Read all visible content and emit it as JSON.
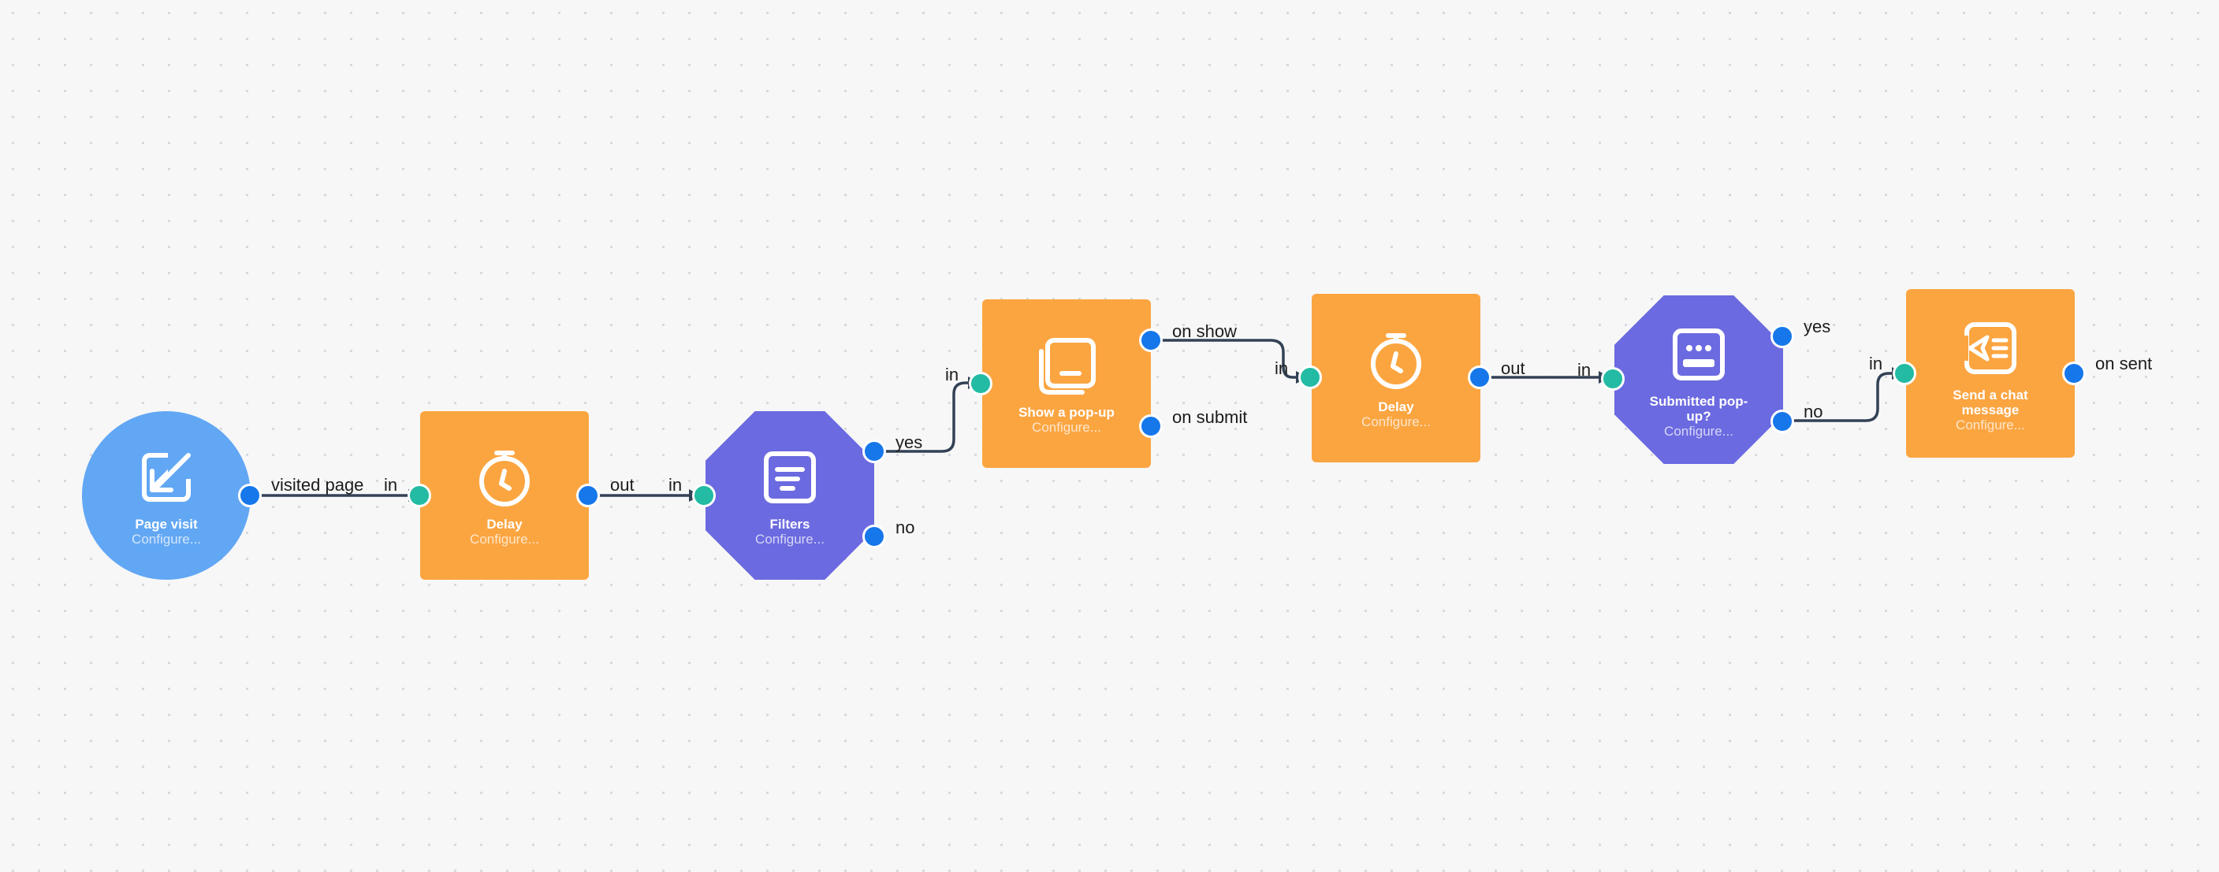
{
  "canvas": {
    "background": "#f7f7f8",
    "dot_color": "#d6d8de"
  },
  "colors": {
    "trigger": "#62a7f4",
    "action": "#fba541",
    "condition": "#6b6ae0",
    "out_port": "#1677ea",
    "in_port": "#23bba3",
    "edge": "#334155"
  },
  "nodes": {
    "page_visit": {
      "title": "Page visit",
      "subtitle": "Configure...",
      "icon": "arrow-down-left-icon",
      "port_visited": "visited page"
    },
    "delay_1": {
      "title": "Delay",
      "subtitle": "Configure...",
      "icon": "stopwatch-icon",
      "port_in": "in",
      "port_out": "out"
    },
    "filters": {
      "title": "Filters",
      "subtitle": "Configure...",
      "icon": "filter-list-icon",
      "port_in": "in",
      "port_yes": "yes",
      "port_no": "no"
    },
    "show_popup": {
      "title": "Show a pop-up",
      "subtitle": "Configure...",
      "icon": "popup-window-icon",
      "port_in": "in",
      "port_on_show": "on show",
      "port_on_submit": "on submit"
    },
    "delay_2": {
      "title": "Delay",
      "subtitle": "Configure...",
      "icon": "stopwatch-icon",
      "port_in": "in",
      "port_out": "out"
    },
    "submitted_popup": {
      "title": "Submitted pop-up?",
      "subtitle": "Configure...",
      "icon": "form-check-icon",
      "port_in": "in",
      "port_yes": "yes",
      "port_no": "no"
    },
    "send_chat": {
      "title": "Send a chat message",
      "subtitle": "Configure...",
      "icon": "send-message-icon",
      "port_in": "in",
      "port_on_sent": "on sent"
    }
  },
  "edges": [
    {
      "from": "page_visit.visited page",
      "to": "delay_1.in"
    },
    {
      "from": "delay_1.out",
      "to": "filters.in"
    },
    {
      "from": "filters.yes",
      "to": "show_popup.in"
    },
    {
      "from": "show_popup.on show",
      "to": "delay_2.in"
    },
    {
      "from": "delay_2.out",
      "to": "submitted_popup.in"
    },
    {
      "from": "submitted_popup.no",
      "to": "send_chat.in"
    }
  ]
}
